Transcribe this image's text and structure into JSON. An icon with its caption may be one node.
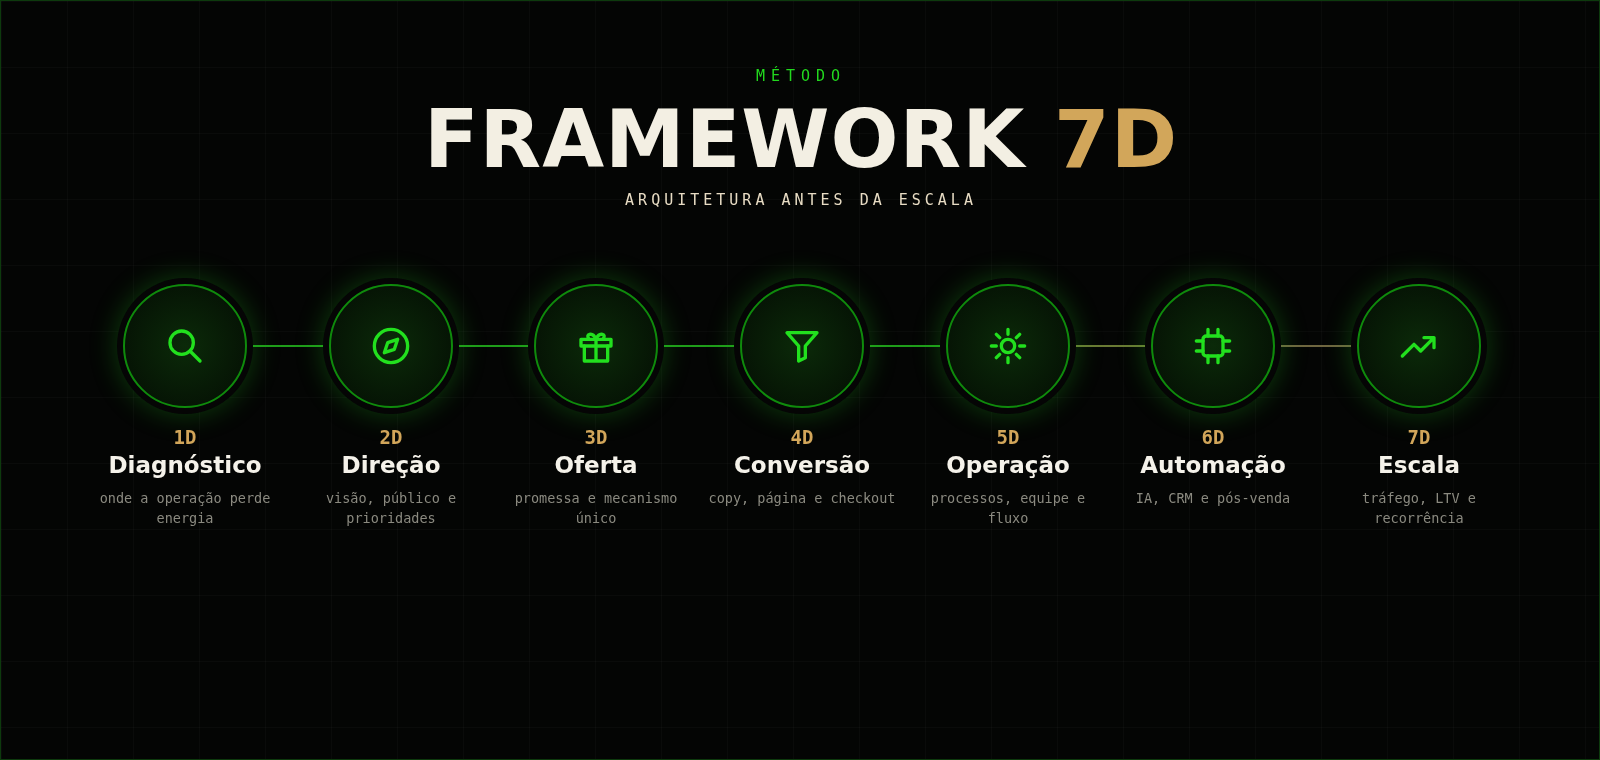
{
  "diagram": {
    "title": "FRAMEWORK 7D",
    "nodes": [
      {
        "text": [
          "1D",
          "Diagnóstico",
          "onde a operação perde energia"
        ]
      },
      {
        "text": [
          "2D",
          "Direção",
          "visão, público e prioridades"
        ]
      },
      {
        "text": [
          "3D",
          "Oferta",
          "promessa e mecanismo único"
        ]
      },
      {
        "text": [
          "4D",
          "Conversão",
          "copy, página e checkout"
        ]
      },
      {
        "text": [
          "5D",
          "Operação",
          "processos, equipe e fluxo"
        ]
      },
      {
        "text": [
          "6D",
          "Automação",
          "IA, CRM e pós-venda"
        ]
      },
      {
        "text": [
          "7D",
          "Escala",
          "tráfego, LTV e recorrência"
        ]
      }
    ],
    "edges": [
      {
        "from": 0,
        "to": 1,
        "arrow": "none"
      },
      {
        "from": 1,
        "to": 2,
        "arrow": "none"
      },
      {
        "from": 2,
        "to": 3,
        "arrow": "none"
      },
      {
        "from": 3,
        "to": 4,
        "arrow": "none"
      },
      {
        "from": 4,
        "to": 5,
        "arrow": "none",
        "color": "#6a7a34"
      },
      {
        "from": 5,
        "to": 6,
        "arrow": "none",
        "color": "#6f6640"
      }
    ],
    "labels": [
      "MÉTODO",
      "ARQUITETURA ANTES DA ESCALA"
    ]
  }
}
